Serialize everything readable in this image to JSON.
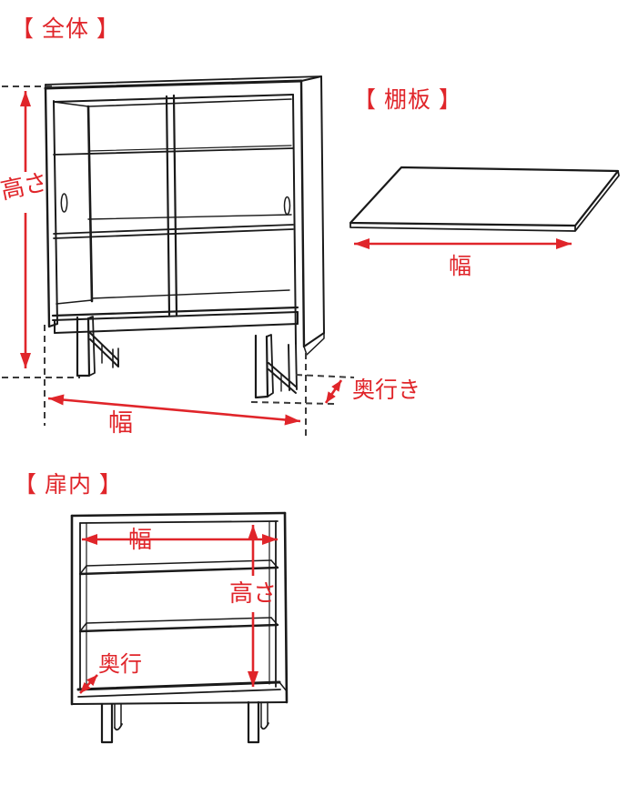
{
  "page": {
    "background": "#ffffff",
    "line_color": "#1a1a1a",
    "dash_color": "#3a3a3a",
    "accent_red": "#e0252a"
  },
  "sections": {
    "overall": {
      "title": "【 全体 】",
      "height_label": "高さ",
      "width_label": "幅",
      "depth_label": "奥行き"
    },
    "shelf_board": {
      "title": "【 棚板 】",
      "width_label": "幅"
    },
    "inside_door": {
      "title": "【 扉内 】",
      "width_label": "幅",
      "height_label": "高さ",
      "depth_label": "奥行"
    }
  }
}
